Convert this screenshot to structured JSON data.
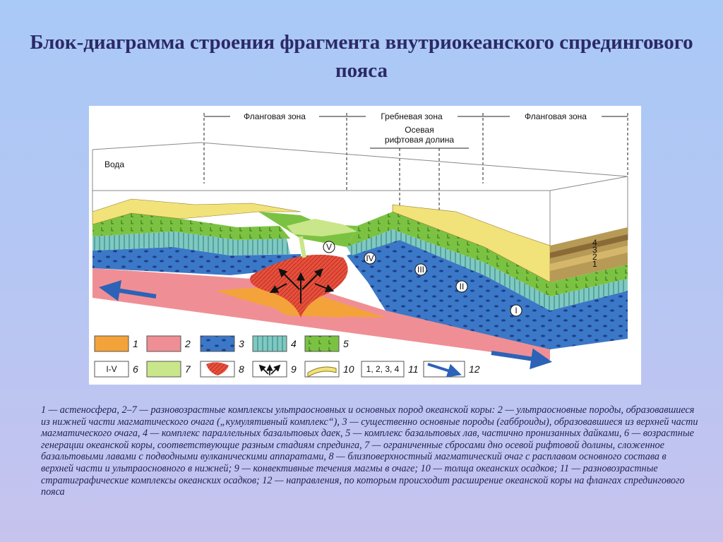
{
  "slide": {
    "title": "Блок-диаграмма строения фрагмента внутриокеанского спредингового пояса"
  },
  "diagram": {
    "zones": {
      "left_flank": "Фланговая зона",
      "crest": "Гребневая зона",
      "right_flank": "Фланговая зона",
      "axial_rift_line1": "Осевая",
      "axial_rift_line2": "рифтовая долина"
    },
    "water_label": "Вода",
    "age_markers": [
      "V",
      "IV",
      "III",
      "II",
      "I"
    ],
    "sediment_layer_numbers": [
      "4",
      "3",
      "2",
      "1"
    ],
    "legend": [
      {
        "num": "1",
        "color": "#f3a33a"
      },
      {
        "num": "2",
        "color": "#ef8f95"
      },
      {
        "num": "3",
        "color": "#3b78c7"
      },
      {
        "num": "4",
        "color": "#7fc9c0"
      },
      {
        "num": "5",
        "color": "#7cc242"
      },
      {
        "num": "6",
        "sample": "I-V"
      },
      {
        "num": "7",
        "color": "#c9e68a"
      },
      {
        "num": "8",
        "color": "#e6503c"
      },
      {
        "num": "9"
      },
      {
        "num": "10",
        "color": "#f2e27a"
      },
      {
        "num": "11",
        "sample": "1, 2, 3, 4"
      },
      {
        "num": "12",
        "color": "#2c63b8"
      }
    ]
  },
  "caption": {
    "text": "1 — астеносфера, 2–7 — разновозрастные комплексы ультраосновных и основных пород океанской коры: 2 — ультраосновные породы, образовавшиеся из нижней части магматического очага („кумулятивный комплекс“), 3 — существенно основные породы (габброиды), образовавшиеся из верхней части магматического очага, 4 — комплекс параллельных базальтовых даек, 5 — комплекс базальтовых лав, частично пронизанных дайками, 6 — возрастные генерации океанской коры, соответствующие разным стадиям спрединга, 7 — ограниченные сбросами дно осевой рифтовой долины, сложенное базальтовыми лавами с подводными вулканическими аппаратами, 8 — близповерхностный магматический очаг с расплавом основного состава в верхней части и ультраосновного в нижней; 9 — конвективные течения магмы в очаге; 10 — толща океанских осадков; 11 — разновозрастные стратиграфические комплексы океанских осадков; 12 — направления, по которым происходит расширение океанской коры на флангах спредингового пояса"
  }
}
